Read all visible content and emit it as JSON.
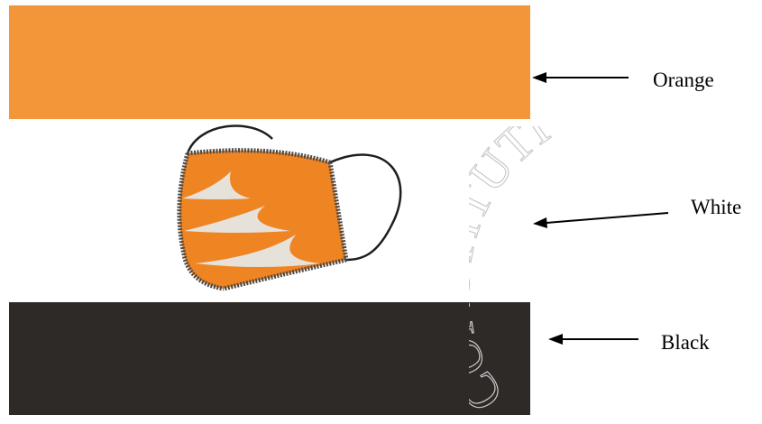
{
  "bands": [
    {
      "id": "orange",
      "label": "Orange",
      "color": "#F39639"
    },
    {
      "id": "white",
      "label": "White",
      "color": "#FFFFFF"
    },
    {
      "id": "black",
      "label": "Black",
      "color": "#2E2A28"
    }
  ],
  "mask": {
    "fabric_color": "#EF8423",
    "stripe_color": "#E6E2DA",
    "edge_color": "#4A4A4A",
    "strap_color": "#1E1E1E"
  },
  "watermark": {
    "text": "CONSTITUTI",
    "color": "#C9C9C9"
  }
}
